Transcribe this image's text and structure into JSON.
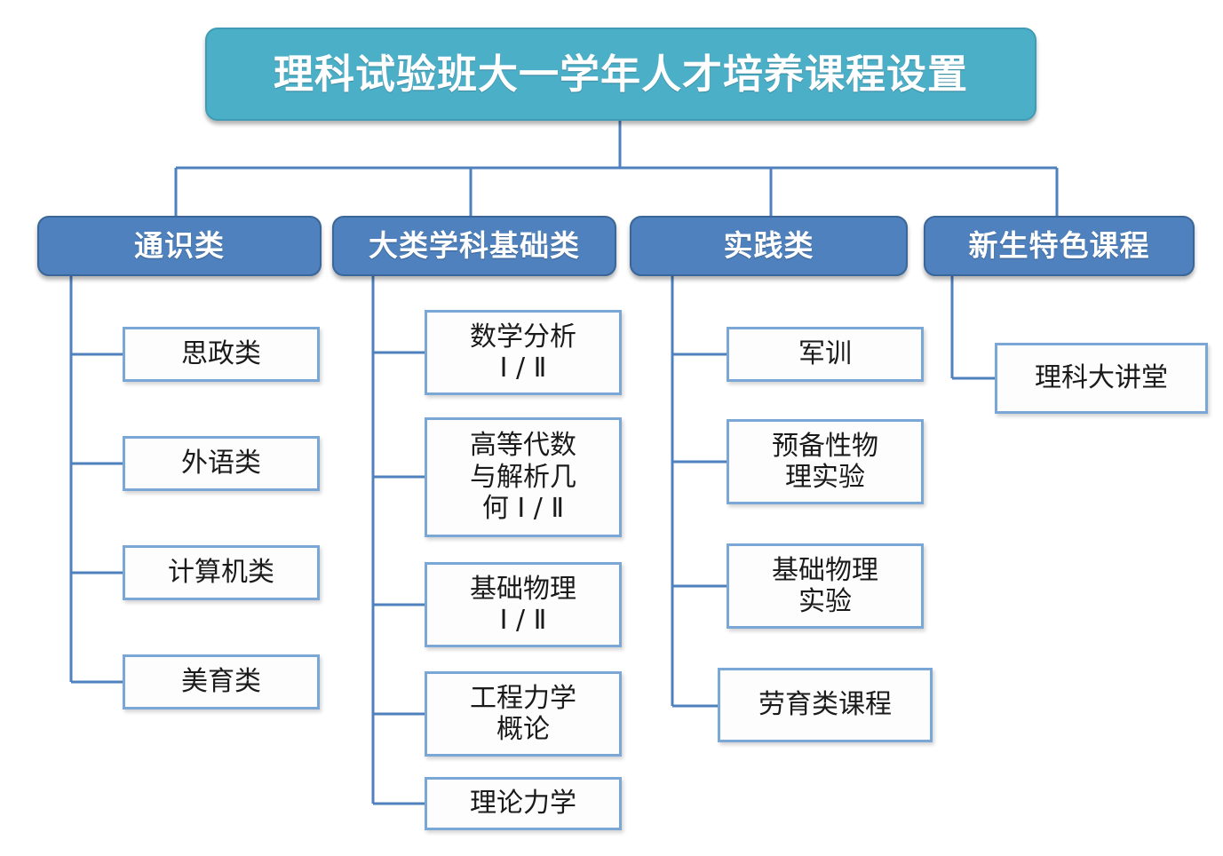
{
  "diagram": {
    "title": "理科试验班大一学年人才培养课程设置",
    "colors": {
      "root_fill": "#4CAFC8",
      "root_border": "#3F9CB4",
      "category_fill": "#4E81BD",
      "category_border": "#3A6698",
      "leaf_fill": "#FDFDFD",
      "leaf_border": "#7BA7D7",
      "connector": "#4E81BD",
      "background": "#FFFFFF"
    },
    "root": {
      "label": "理科试验班大一学年人才培养课程设置"
    },
    "categories": [
      {
        "label": "通识类",
        "children": [
          {
            "label": "思政类"
          },
          {
            "label": "外语类"
          },
          {
            "label": "计算机类"
          },
          {
            "label": "美育类"
          }
        ]
      },
      {
        "label": "大类学科基础类",
        "children": [
          {
            "label": "数学分析\nⅠ / Ⅱ"
          },
          {
            "label": "高等代数\n与解析几\n何 Ⅰ / Ⅱ"
          },
          {
            "label": "基础物理\nⅠ / Ⅱ"
          },
          {
            "label": "工程力学\n概论"
          },
          {
            "label": "理论力学"
          }
        ]
      },
      {
        "label": "实践类",
        "children": [
          {
            "label": "军训"
          },
          {
            "label": "预备性物\n理实验"
          },
          {
            "label": "基础物理\n实验"
          },
          {
            "label": "劳育类课程"
          }
        ]
      },
      {
        "label": "新生特色课程",
        "children": [
          {
            "label": "理科大讲堂"
          }
        ]
      }
    ]
  }
}
